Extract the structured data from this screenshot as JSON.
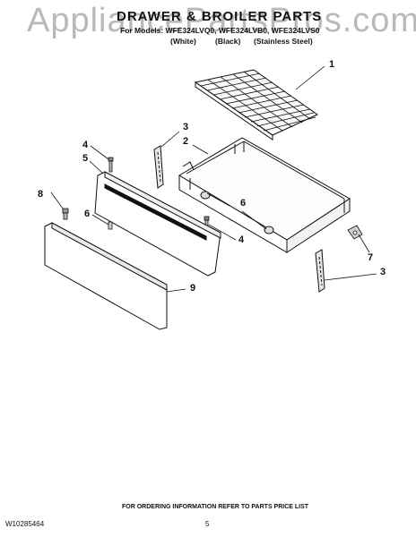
{
  "watermark": "AppliancePartsPros.com",
  "header": {
    "title": "DRAWER & BROILER PARTS",
    "models": "For Models: WFE324LVQ0, WFE324LVB0, WFE324LVS0",
    "finish": [
      "(White)",
      "(Black)",
      "(Stainless Steel)"
    ]
  },
  "callouts": [
    "1",
    "2",
    "3",
    "3",
    "4",
    "4",
    "5",
    "6",
    "6",
    "7",
    "8",
    "9"
  ],
  "footer": {
    "ordering": "FOR ORDERING INFORMATION REFER TO PARTS PRICE LIST",
    "doc_number": "W10285464",
    "page": "5"
  }
}
